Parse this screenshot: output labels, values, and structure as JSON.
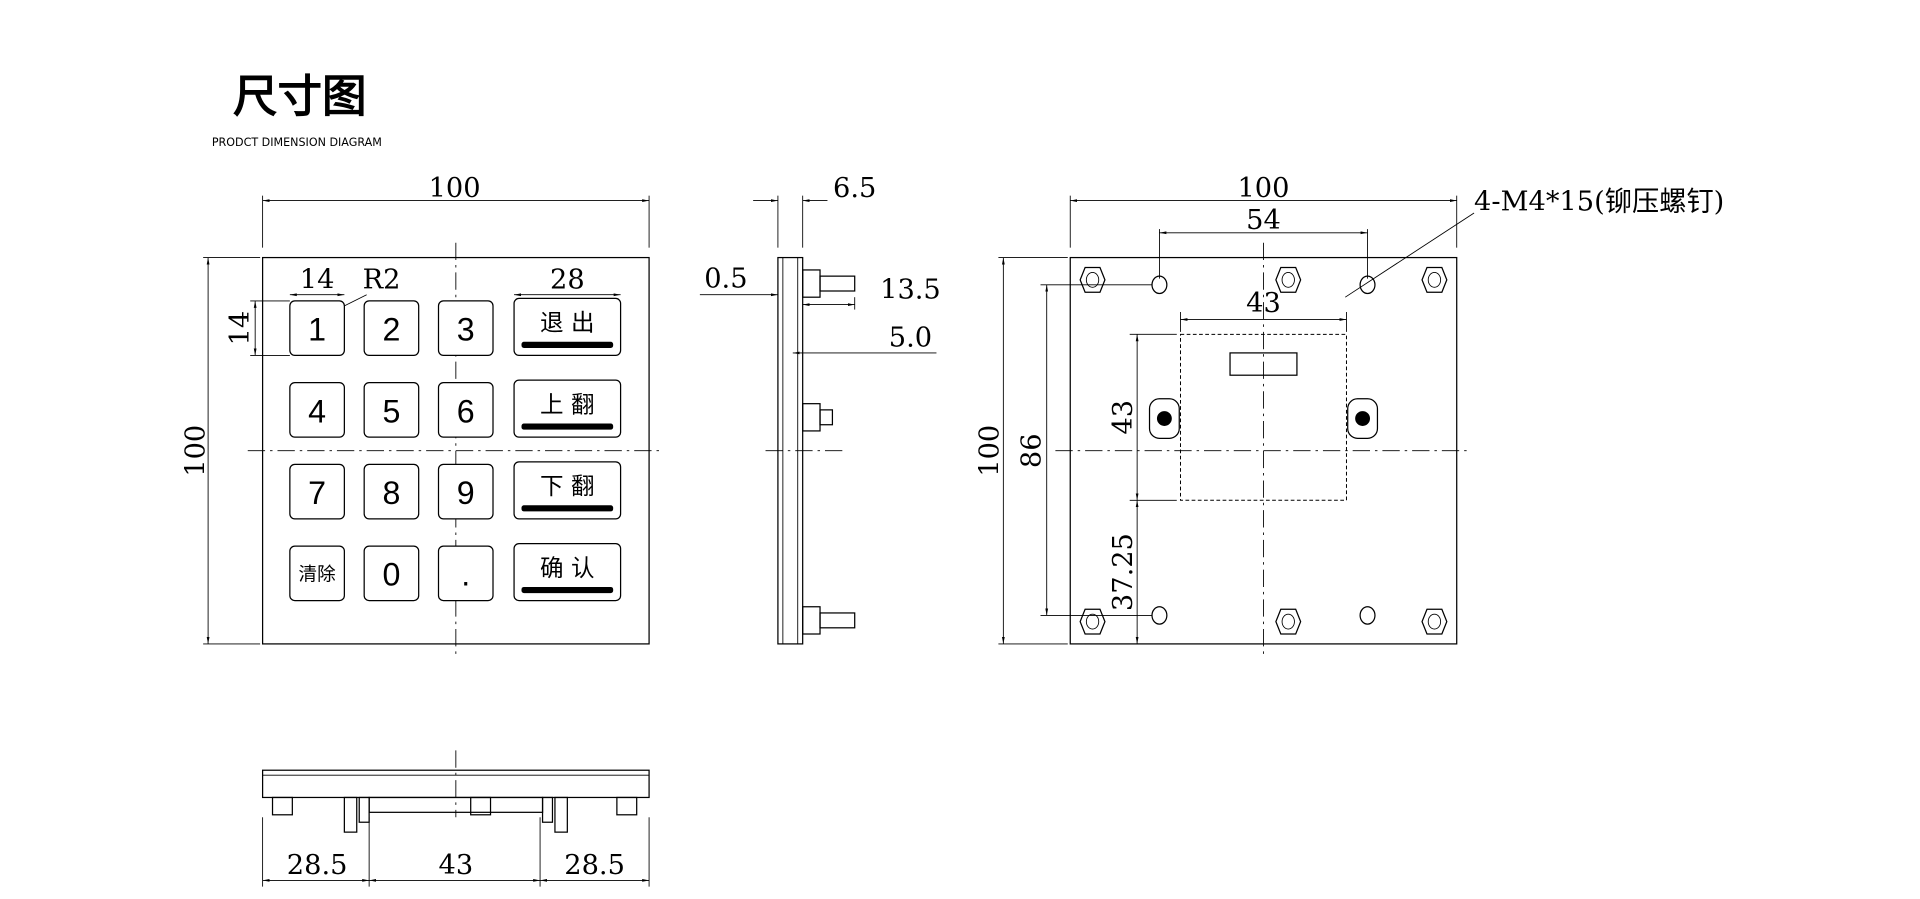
{
  "header": {
    "title": "尺寸图",
    "subtitle": "PRODCT DIMENSION DIAGRAM"
  },
  "front_view": {
    "width_dim": "100",
    "height_dim": "100",
    "key_width_dim": "14",
    "key_height_dim": "14",
    "radius_dim": "R2",
    "func_key_width_dim": "28",
    "keys": [
      "1",
      "2",
      "3",
      "4",
      "5",
      "6",
      "7",
      "8",
      "9",
      "清除",
      "0",
      "."
    ],
    "func_keys": [
      "退 出",
      "上 翻",
      "下 翻",
      "确 认"
    ]
  },
  "side_view": {
    "thickness_dim": "6.5",
    "front_dim": "0.5",
    "stud_dim": "13.5",
    "board_dim": "5.0"
  },
  "back_view": {
    "width_dim": "100",
    "height_dim": "100",
    "hole_spacing_h": "54",
    "hole_spacing_v": "86",
    "module_width": "43",
    "module_height": "43",
    "module_offset": "37.25",
    "screw_note": "4-M4*15(铆压螺钉)"
  },
  "bottom_view": {
    "left_dim": "28.5",
    "center_dim": "43",
    "right_dim": "28.5"
  }
}
